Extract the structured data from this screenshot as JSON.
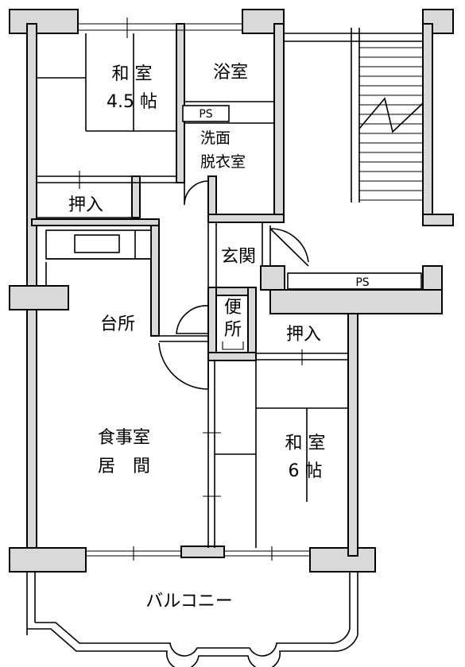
{
  "rooms": {
    "washitsu_small": {
      "line1": "和 室",
      "line2": "4.5 帖"
    },
    "bath": "浴室",
    "ps_upper": "PS",
    "washroom": {
      "line1": "洗面",
      "line2": "脱衣室"
    },
    "closet_upper": "押入",
    "entrance": "玄関",
    "ps_lower": "PS",
    "kitchen": "台所",
    "toilet": {
      "line1": "便",
      "line2": "所"
    },
    "closet_lower": "押入",
    "living": {
      "line1": "食事室",
      "line2": "居　間"
    },
    "washitsu_large": {
      "line1": "和 室",
      "line2": "6  帖"
    },
    "balcony": "バルコニー"
  }
}
